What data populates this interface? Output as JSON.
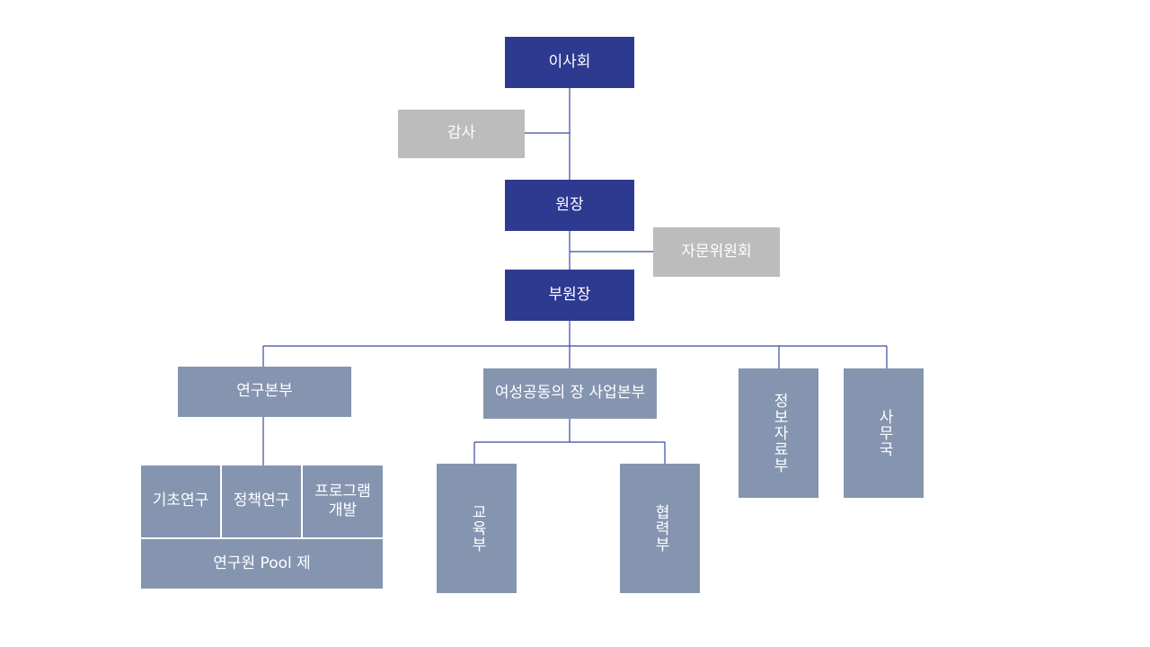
{
  "org": {
    "board": "이사회",
    "audit": "감사",
    "director": "원장",
    "advisory": "자문위원회",
    "vice_director": "부원장",
    "research_hq": "연구본부",
    "women_hq": "여성공동의 장 사업본부",
    "info_dept": "정보자료부",
    "secretariat": "사무국",
    "basic_research": "기초연구",
    "policy_research": "정책연구",
    "program_dev": "프로그램\n개발",
    "researcher_pool": "연구원 Pool 제",
    "education_dept": "교육부",
    "cooperation_dept": "협력부"
  },
  "colors": {
    "primary": "#2e3990",
    "staff": "#bcbcbc",
    "unit": "#8595b0",
    "connector": "#3a4aa0"
  }
}
